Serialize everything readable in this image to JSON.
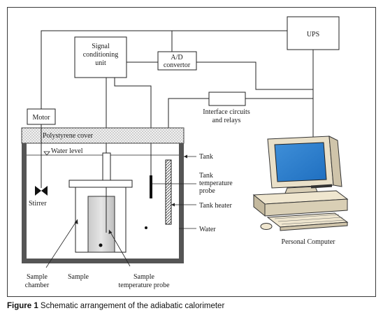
{
  "labels": {
    "ups": "UPS",
    "signal_conditioning": [
      "Signal",
      "conditioning",
      "unit"
    ],
    "ad_convertor": [
      "A/D",
      "convertor"
    ],
    "motor": "Motor",
    "interface": [
      "Interface circuits",
      "and relays"
    ],
    "polystyrene_cover": "Polystyrene cover",
    "water_level": "Water level",
    "tank": "Tank",
    "tank_temperature_probe": [
      "Tank",
      "temperature",
      "probe"
    ],
    "tank_heater": "Tank heater",
    "water": "Water",
    "stirrer": "Stirrer",
    "sample_chamber": [
      "Sample",
      "chamber"
    ],
    "sample": "Sample",
    "sample_temperature_probe": [
      "Sample",
      "temperature probe"
    ],
    "personal_computer": "Personal Computer"
  },
  "caption": {
    "lead": "Figure 1",
    "text": " Schematic arrangement of the adiabatic calorimeter"
  }
}
